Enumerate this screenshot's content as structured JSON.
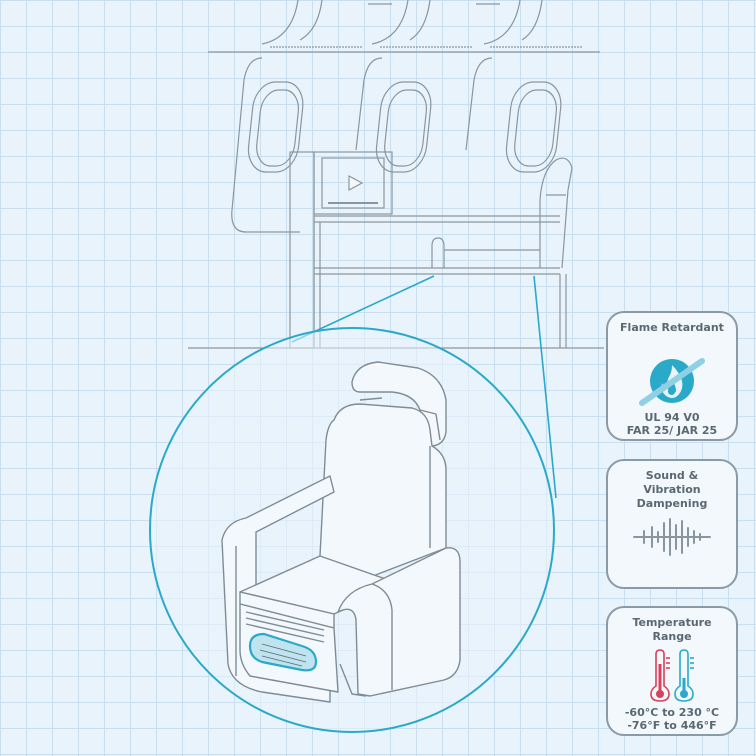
{
  "colors": {
    "background": "#e9f3fb",
    "grid": "#c9dff0",
    "line_art": "#8a969f",
    "accent": "#2aa9c9",
    "card_border": "#8a9aa6",
    "card_text": "#5a6872",
    "thermo_hot": "#d9405a",
    "thermo_cold": "#2aa9c9"
  },
  "icons": {
    "flame": "flame-no-icon",
    "sound": "sound-wave-icon",
    "temperature": "thermometer-icon"
  },
  "features": [
    {
      "title": "Flame Retardant",
      "spec_lines": [
        "UL 94 V0",
        "FAR 25/ JAR 25"
      ]
    },
    {
      "title": "Sound & Vibration Dampening",
      "spec_lines": []
    },
    {
      "title": "Temperature Range",
      "spec_lines": [
        "-60°C to 230 °C",
        "-76°F to 446°F"
      ]
    }
  ]
}
